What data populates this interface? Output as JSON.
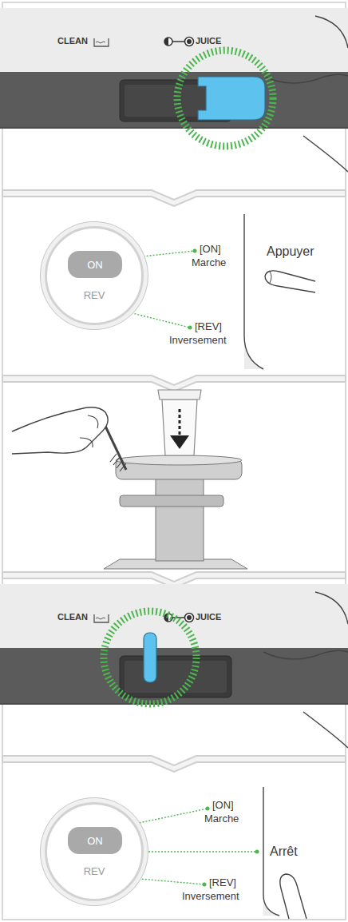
{
  "diagram": {
    "nodes": [
      {
        "text": [
          "REV"
        ]
      },
      {
        "text": [
          "ON"
        ],
        "in": 0
      },
      {
        "text": [
          "REV"
        ]
      },
      {
        "text": [
          "ON"
        ],
        "in": 2
      }
    ],
    "labels": [
      "CLEAN",
      "JUICE",
      "[ON]",
      "Marche",
      "Appuyer",
      "[REV]",
      "Inversement",
      "CLEAN",
      "JUICE",
      "[ON]",
      "Marche",
      "Arrêt",
      "[REV]",
      "Inversement"
    ]
  }
}
